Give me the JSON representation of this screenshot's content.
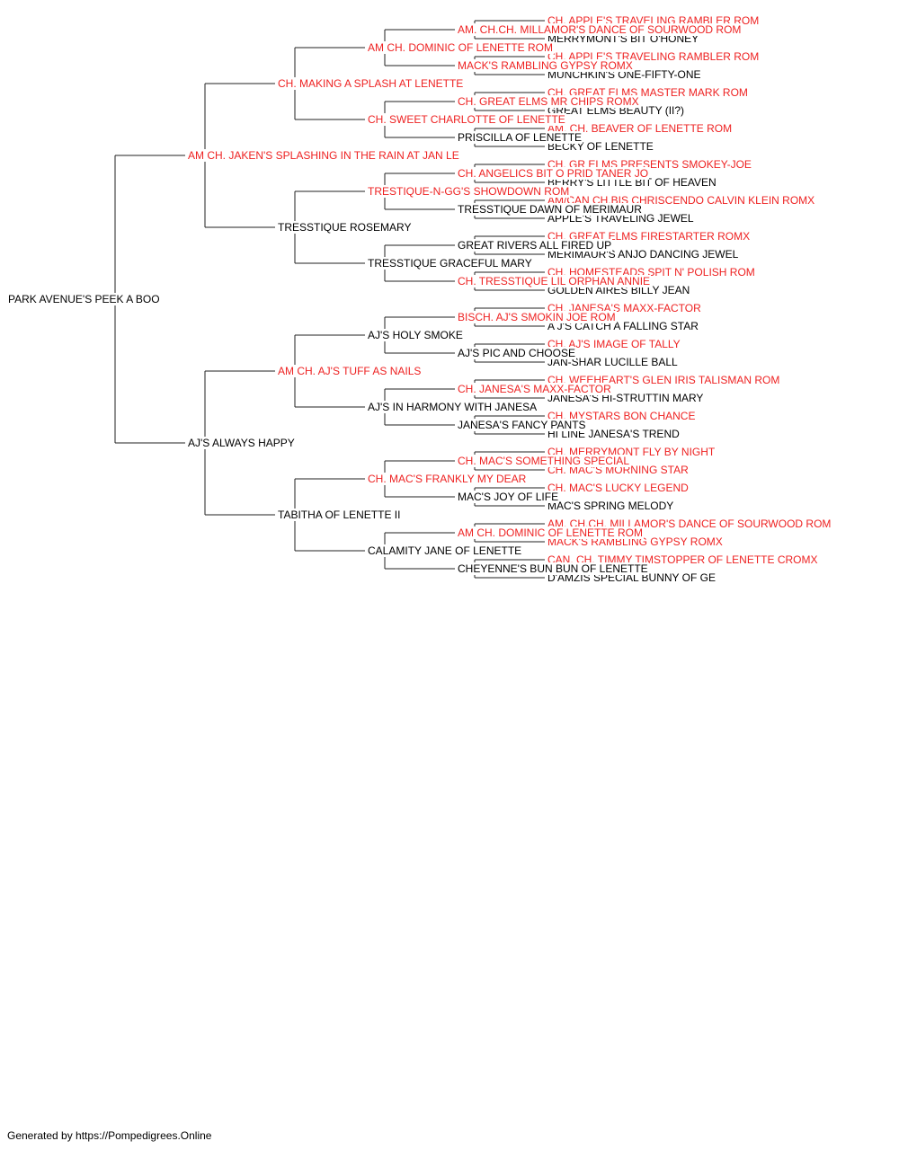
{
  "colors": {
    "champion": "#ee2222",
    "regular": "#000000",
    "line": "#222222",
    "background": "#ffffff"
  },
  "pedigree": {
    "name": "PARK AVENUE'S PEEK A BOO",
    "ch": false,
    "sire": {
      "name": "AM CH. JAKEN'S SPLASHING IN THE RAIN AT JAN LE",
      "ch": true,
      "sire": {
        "name": "CH. MAKING A SPLASH AT LENETTE",
        "ch": true,
        "sire": {
          "name": "AM CH. DOMINIC OF LENETTE ROM",
          "ch": true,
          "sire": {
            "name": "AM. CH.CH. MILLAMOR'S DANCE OF SOURWOOD ROM",
            "ch": true,
            "sire": {
              "name": "CH. APPLE'S TRAVELING RAMBLER ROM",
              "ch": true
            },
            "dam": {
              "name": "MERRYMONT'S BIT O'HONEY",
              "ch": false
            }
          },
          "dam": {
            "name": "MACK'S RAMBLING GYPSY ROMX",
            "ch": true,
            "sire": {
              "name": "CH. APPLE'S TRAVELING RAMBLER ROM",
              "ch": true
            },
            "dam": {
              "name": "MUNCHKIN'S ONE-FIFTY-ONE",
              "ch": false
            }
          }
        },
        "dam": {
          "name": "CH. SWEET CHARLOTTE OF LENETTE",
          "ch": true,
          "sire": {
            "name": "CH. GREAT ELMS MR CHIPS ROMX",
            "ch": true,
            "sire": {
              "name": "CH. GREAT ELMS MASTER MARK ROM",
              "ch": true
            },
            "dam": {
              "name": "GREAT ELMS BEAUTY (II?)",
              "ch": false
            }
          },
          "dam": {
            "name": "PRISCILLA OF LENETTE",
            "ch": false,
            "sire": {
              "name": "AM. CH. BEAVER OF LENETTE ROM",
              "ch": true
            },
            "dam": {
              "name": "BECKY OF LENETTE",
              "ch": false
            }
          }
        }
      },
      "dam": {
        "name": "TRESSTIQUE ROSEMARY",
        "ch": false,
        "sire": {
          "name": "TRESTIQUE-N-GG'S SHOWDOWN ROM",
          "ch": true,
          "sire": {
            "name": "CH. ANGELICS BIT O PRID TANER JO",
            "ch": true,
            "sire": {
              "name": "CH. GR ELMS PRESENTS SMOKEY-JOE",
              "ch": true
            },
            "dam": {
              "name": "BERRY'S LITTLE BIT OF HEAVEN",
              "ch": false
            }
          },
          "dam": {
            "name": "TRESSTIQUE DAWN OF MERIMAUR",
            "ch": false,
            "sire": {
              "name": "AM/CAN CH.BIS CHRISCENDO CALVIN KLEIN ROMX",
              "ch": true
            },
            "dam": {
              "name": "APPLE'S TRAVELING JEWEL",
              "ch": false
            }
          }
        },
        "dam": {
          "name": "TRESSTIQUE GRACEFUL MARY",
          "ch": false,
          "sire": {
            "name": "GREAT RIVERS ALL FIRED UP",
            "ch": false,
            "sire": {
              "name": "CH. GREAT ELMS FIRESTARTER ROMX",
              "ch": true
            },
            "dam": {
              "name": "MERIMAUR'S ANJO DANCING JEWEL",
              "ch": false
            }
          },
          "dam": {
            "name": "CH. TRESSTIQUE LIL ORPHAN ANNIE",
            "ch": true,
            "sire": {
              "name": "CH. HOMESTEADS SPIT N' POLISH ROM",
              "ch": true
            },
            "dam": {
              "name": "GOLDEN AIRES BILLY JEAN",
              "ch": false
            }
          }
        }
      }
    },
    "dam": {
      "name": "AJ'S ALWAYS HAPPY",
      "ch": false,
      "sire": {
        "name": "AM CH. AJ'S TUFF AS NAILS",
        "ch": true,
        "sire": {
          "name": "AJ'S HOLY SMOKE",
          "ch": false,
          "sire": {
            "name": "BISCH. AJ'S SMOKIN JOE ROM",
            "ch": true,
            "sire": {
              "name": "CH. JANESA'S MAXX-FACTOR",
              "ch": true
            },
            "dam": {
              "name": "A J'S CATCH A FALLING STAR",
              "ch": false
            }
          },
          "dam": {
            "name": "AJ'S PIC AND CHOOSE",
            "ch": false,
            "sire": {
              "name": "CH. AJ'S IMAGE OF TALLY",
              "ch": true
            },
            "dam": {
              "name": "JAN-SHAR LUCILLE BALL",
              "ch": false
            }
          }
        },
        "dam": {
          "name": "AJ'S IN HARMONY WITH JANESA",
          "ch": false,
          "sire": {
            "name": "CH. JANESA'S MAXX-FACTOR",
            "ch": true,
            "sire": {
              "name": "CH. WEEHEART'S GLEN IRIS TALISMAN ROM",
              "ch": true
            },
            "dam": {
              "name": "JANESA'S HI-STRUTTIN MARY",
              "ch": false
            }
          },
          "dam": {
            "name": "JANESA'S FANCY PANTS",
            "ch": false,
            "sire": {
              "name": "CH. MYSTARS BON CHANCE",
              "ch": true
            },
            "dam": {
              "name": "HI LINE JANESA'S TREND",
              "ch": false
            }
          }
        }
      },
      "dam": {
        "name": "TABITHA OF LENETTE II",
        "ch": false,
        "sire": {
          "name": "CH. MAC'S FRANKLY MY DEAR",
          "ch": true,
          "sire": {
            "name": "CH. MAC'S SOMETHING SPECIAL",
            "ch": true,
            "sire": {
              "name": "CH. MERRYMONT FLY BY NIGHT",
              "ch": true
            },
            "dam": {
              "name": "CH. MAC'S MORNING STAR",
              "ch": true
            }
          },
          "dam": {
            "name": "MAC'S JOY OF LIFE",
            "ch": false,
            "sire": {
              "name": "CH. MAC'S LUCKY LEGEND",
              "ch": true
            },
            "dam": {
              "name": "MAC'S SPRING MELODY",
              "ch": false
            }
          }
        },
        "dam": {
          "name": "CALAMITY JANE OF LENETTE",
          "ch": false,
          "sire": {
            "name": "AM CH. DOMINIC OF LENETTE ROM",
            "ch": true,
            "sire": {
              "name": "AM. CH.CH. MILLAMOR'S DANCE OF SOURWOOD ROM",
              "ch": true
            },
            "dam": {
              "name": "MACK'S RAMBLING GYPSY ROMX",
              "ch": true
            }
          },
          "dam": {
            "name": "CHEYENNE'S BUN BUN OF LENETTE",
            "ch": false,
            "sire": {
              "name": "CAN. CH. TIMMY TIMSTOPPER OF LENETTE CROMX",
              "ch": true
            },
            "dam": {
              "name": "D'AMZIS SPECIAL BUNNY OF GE",
              "ch": false
            }
          }
        }
      }
    }
  },
  "footer": {
    "text": "Generated by https://Pompedigrees.Online"
  }
}
